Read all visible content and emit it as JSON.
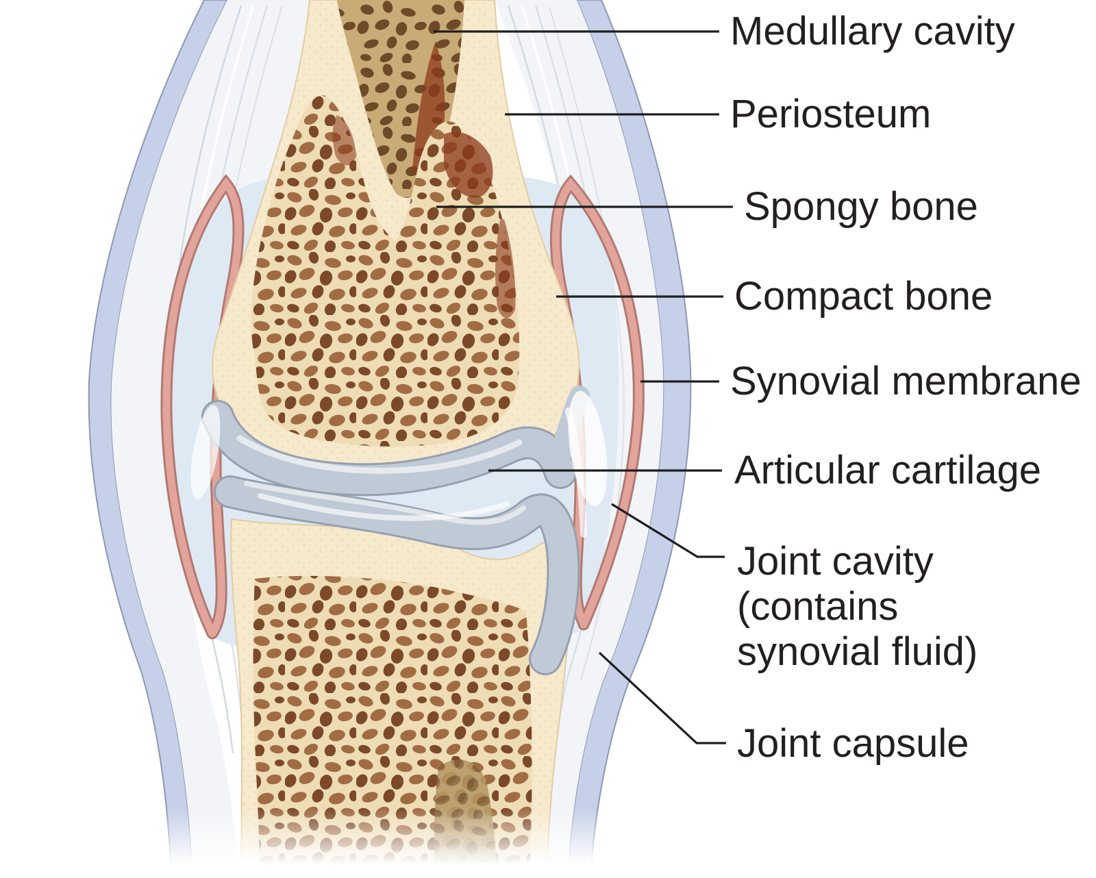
{
  "diagram": {
    "subject": "Cross-section of a synovial joint (two long bones meeting at a joint)",
    "type": "labeled-anatomical-illustration"
  },
  "labels": [
    {
      "id": "medullary-cavity",
      "text": "Medullary cavity"
    },
    {
      "id": "periosteum",
      "text": "Periosteum"
    },
    {
      "id": "spongy-bone",
      "text": "Spongy bone"
    },
    {
      "id": "compact-bone",
      "text": "Compact bone"
    },
    {
      "id": "synovial-membrane",
      "text": "Synovial membrane"
    },
    {
      "id": "articular-cartilage",
      "text": "Articular cartilage"
    },
    {
      "id": "joint-cavity",
      "lines": [
        "Joint cavity",
        "(contains",
        "synovial fluid)"
      ]
    },
    {
      "id": "joint-capsule",
      "text": "Joint capsule"
    }
  ],
  "colors": {
    "label": "#231f20",
    "leader": "#1e1e1e",
    "capsule": "#c6d0e8",
    "capsule_edge": "#8d97b5",
    "periosteum": "#f2f4f8",
    "streak": "#ccd4de",
    "cavity": "#dfe9f4",
    "membrane": "#e2a49b",
    "membrane_edge": "#b07a72",
    "bone": "#f6e9cc",
    "bone_edge": "#e2cda2",
    "spongy_base": "#eedcb4",
    "spongy_hole_a": "#a16c44",
    "spongy_hole_b": "#7c4a28",
    "spongy_accent": "#8c3a1e",
    "medullary_base": "#c9ab77",
    "medullary_hole": "#6f4a28",
    "cartilage": "#c0cad6",
    "cartilage_edge": "#95a0af",
    "lower_marrow": "#9c8050"
  }
}
